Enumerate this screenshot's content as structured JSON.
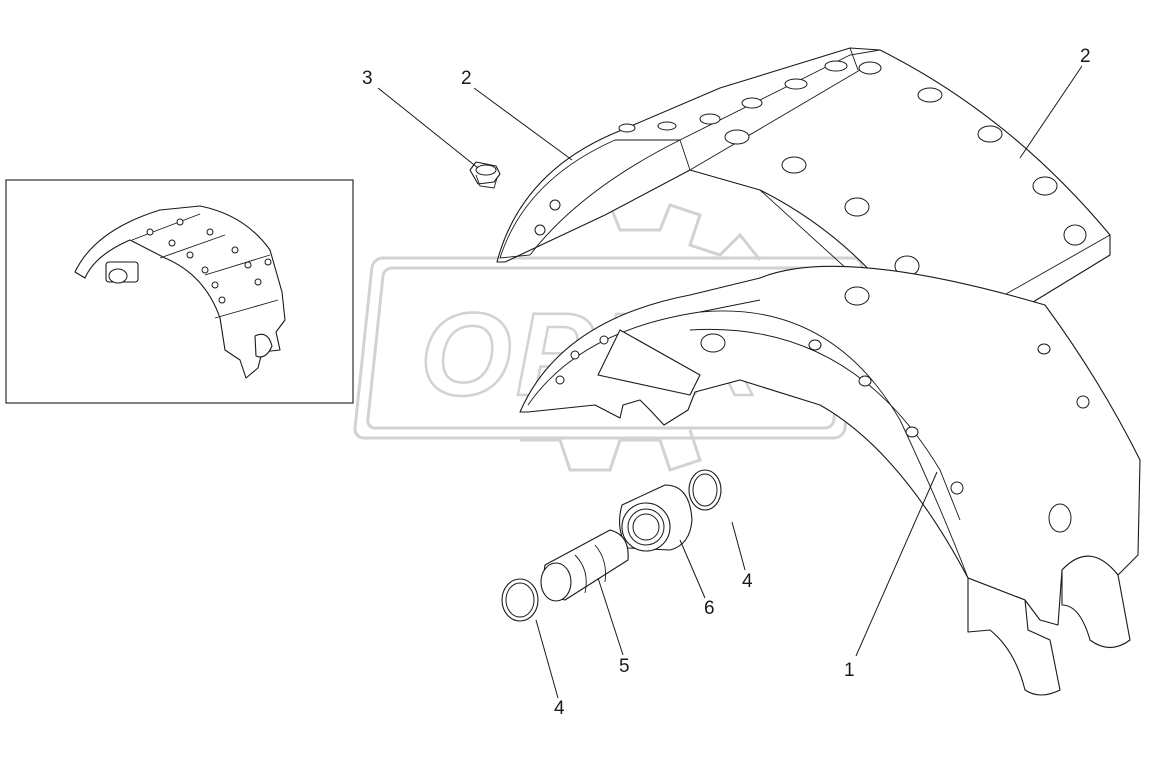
{
  "diagram": {
    "callouts": [
      {
        "id": "c3",
        "label": "3"
      },
      {
        "id": "c2a",
        "label": "2"
      },
      {
        "id": "c2b",
        "label": "2"
      },
      {
        "id": "c4a",
        "label": "4"
      },
      {
        "id": "c6",
        "label": "6"
      },
      {
        "id": "c5",
        "label": "5"
      },
      {
        "id": "c4b",
        "label": "4"
      },
      {
        "id": "c1",
        "label": "1"
      }
    ],
    "watermark": "OPEX",
    "colors": {
      "line": "#1a1a1a",
      "watermark": "#d2d2d2",
      "background": "#ffffff"
    }
  }
}
